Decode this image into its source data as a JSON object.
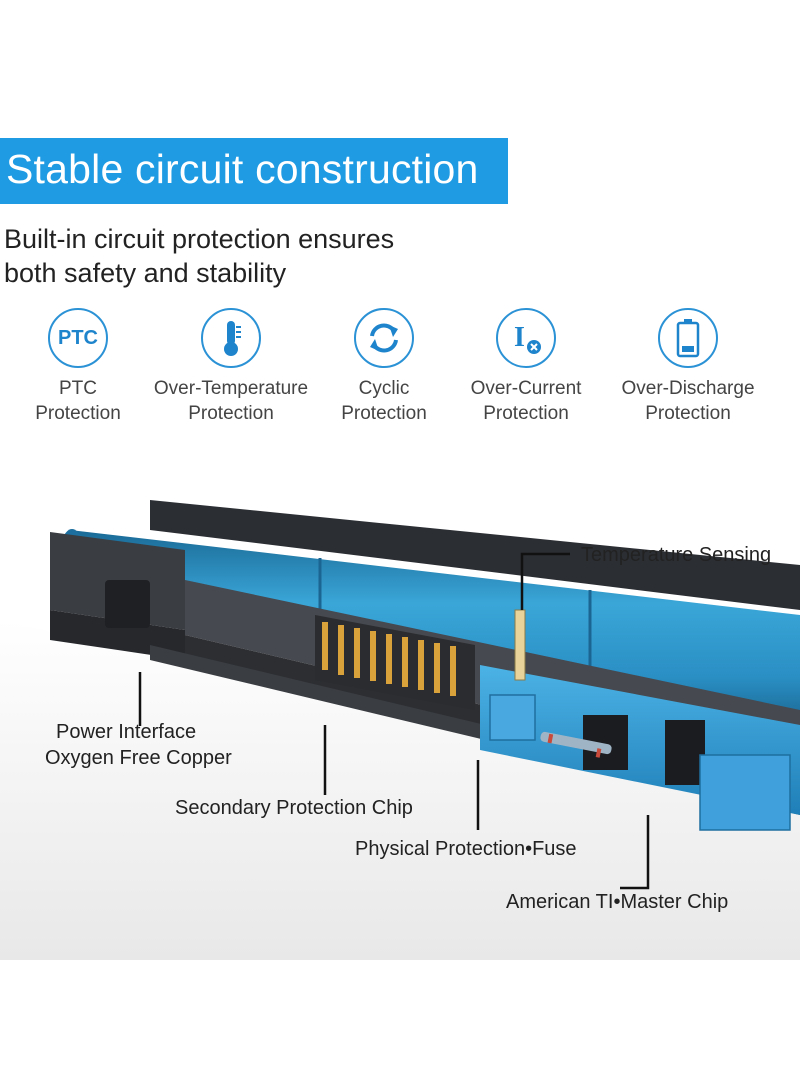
{
  "banner": {
    "title": "Stable circuit construction"
  },
  "subtitle": {
    "line1": "Built-in circuit protection ensures",
    "line2": "both safety and stability"
  },
  "features": [
    {
      "icon": "ptc-icon",
      "icon_text": "PTC",
      "line1": "PTC",
      "line2": "Protection"
    },
    {
      "icon": "thermometer-icon",
      "line1": "Over-Temperature",
      "line2": "Protection"
    },
    {
      "icon": "cycle-arrows-icon",
      "line1": "Cyclic",
      "line2": "Protection"
    },
    {
      "icon": "current-limit-icon",
      "line1": "Over-Current",
      "line2": "Protection"
    },
    {
      "icon": "battery-low-icon",
      "line1": "Over-Discharge",
      "line2": "Protection"
    }
  ],
  "callouts": {
    "temperature": "Temperature Sensing",
    "power_line1": "Power Interface",
    "power_line2": "Oxygen Free Copper",
    "secondary": "Secondary Protection Chip",
    "fuse": "Physical Protection•Fuse",
    "master": "American TI•Master Chip"
  },
  "colors": {
    "accent": "#1e9be3",
    "icon_stroke": "#2b92d6",
    "cell_blue": "#2a8fc4",
    "casing": "#2b2e33"
  }
}
